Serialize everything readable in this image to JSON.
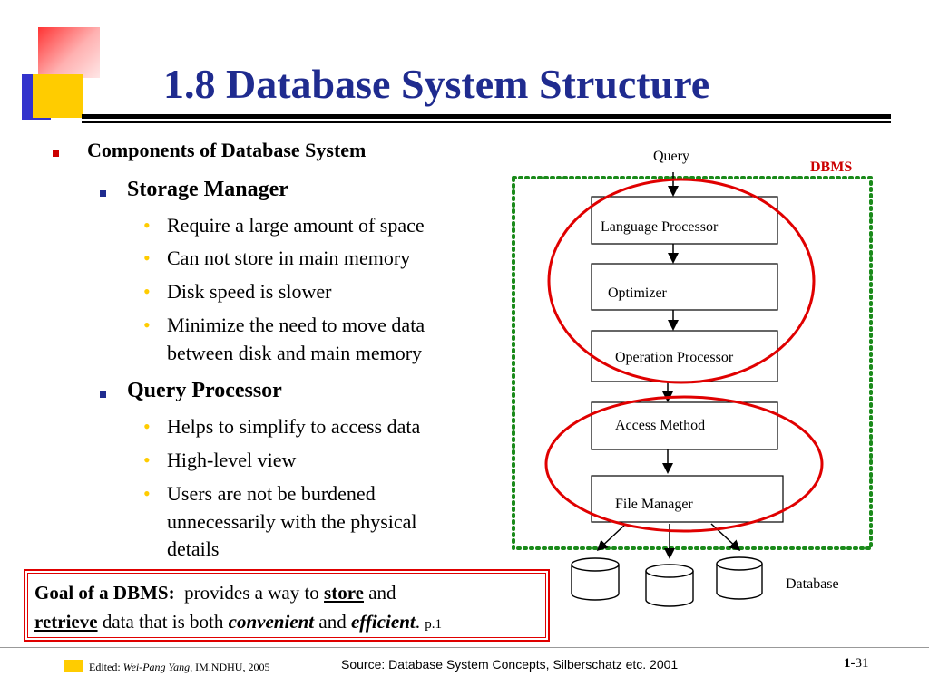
{
  "slide": {
    "title": "1.8 Database System Structure"
  },
  "outline": {
    "heading": "Components of Database System",
    "storage_manager": {
      "label": "Storage Manager",
      "bullets": [
        "Require a large amount of space",
        "Can not store in main memory",
        "Disk speed is slower",
        "Minimize the need to move data",
        "between disk and main memory"
      ]
    },
    "query_processor": {
      "label": "Query Processor",
      "bullets": [
        "Helps to simplify to access data",
        "High-level view",
        "Users are not be burdened",
        "unnecessarily with the physical",
        "details"
      ]
    }
  },
  "diagram": {
    "query_label": "Query",
    "dbms_label": "DBMS",
    "boxes": [
      "Language Processor",
      "Optimizer",
      "Operation Processor",
      "Access Method",
      "File Manager"
    ],
    "database_label": "Database",
    "colors": {
      "circle": "#e00000",
      "dotted_border": "#1a8a1a",
      "dbms_text": "#cc0000"
    }
  },
  "goal": {
    "lead": "Goal of a DBMS:",
    "text1": "provides a way to",
    "store": "store",
    "and1": "and",
    "retrieve": "retrieve",
    "text2": "data that is both",
    "convenient": "convenient",
    "and2": "and",
    "efficient": "efficient",
    "period": ".",
    "page_ref": "p.1"
  },
  "footer": {
    "edited_label": "Edited:",
    "author": "Wei-Pang Yang,",
    "affiliation": "IM.NDHU, 2005",
    "source": "Source: Database System Concepts, Silberschatz etc. 2001",
    "chapter": "1",
    "page": "-31"
  }
}
